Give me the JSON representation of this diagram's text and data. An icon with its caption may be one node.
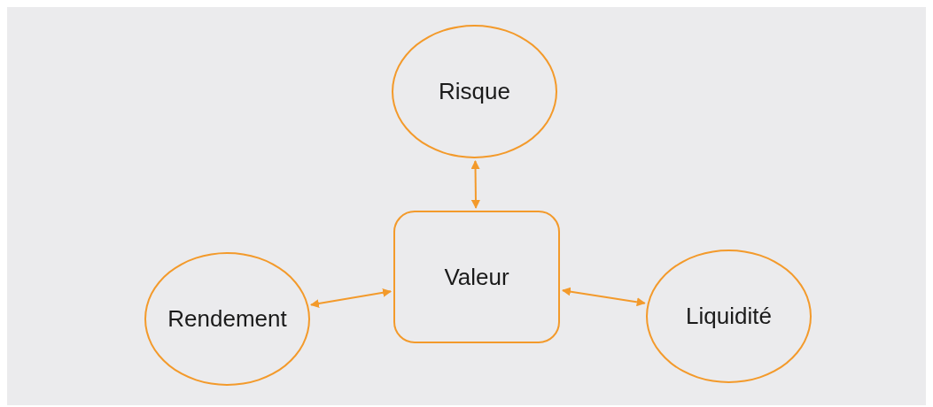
{
  "diagram": {
    "nodes": [
      {
        "text": [
          "Risque"
        ]
      },
      {
        "text": [
          "Valeur"
        ]
      },
      {
        "text": [
          "Rendement"
        ]
      },
      {
        "text": [
          "Liquidité"
        ]
      }
    ],
    "edges": [
      {
        "from": 0,
        "to": 1,
        "arrow": "both"
      },
      {
        "from": 2,
        "to": 1,
        "arrow": "both"
      },
      {
        "from": 1,
        "to": 3,
        "arrow": "both"
      }
    ]
  }
}
